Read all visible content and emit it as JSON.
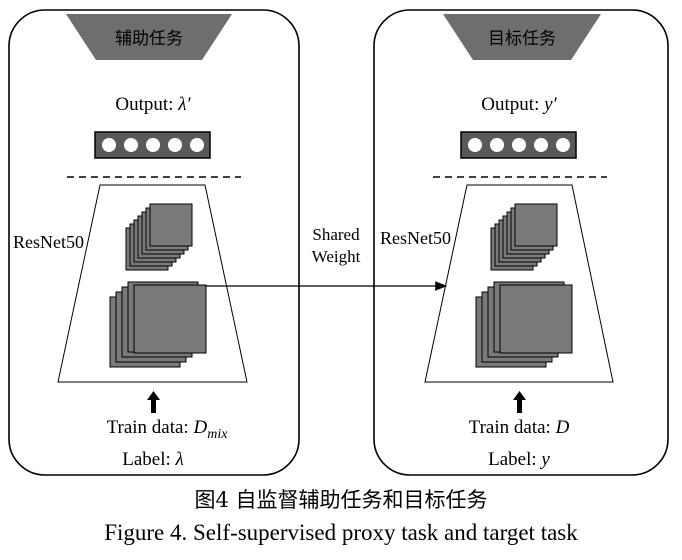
{
  "panels": {
    "left": {
      "tab_label": "辅助任务",
      "output_label": "Output: ",
      "output_symbol": "λ′",
      "backbone_label": "ResNet50",
      "input_label": "Train data: ",
      "input_symbol": "D",
      "input_subscript": "mix",
      "label_text": "Label: ",
      "label_symbol": "λ"
    },
    "right": {
      "tab_label": "目标任务",
      "output_label": "Output: ",
      "output_symbol": "y′",
      "backbone_label": "ResNet50",
      "input_label": "Train data: ",
      "input_symbol": "D",
      "label_text": "Label: ",
      "label_symbol": "y"
    }
  },
  "connector": {
    "line1": "Shared",
    "line2": "Weight"
  },
  "caption": {
    "zh": "图4  自监督辅助任务和目标任务",
    "en": "Figure 4. Self-supervised proxy task and target task"
  },
  "colors": {
    "tab_fill": "#6e6e6e",
    "node_fill": "#595959",
    "feature_map_fill": "#7a7a7a",
    "output_circle": "#ffffff"
  }
}
